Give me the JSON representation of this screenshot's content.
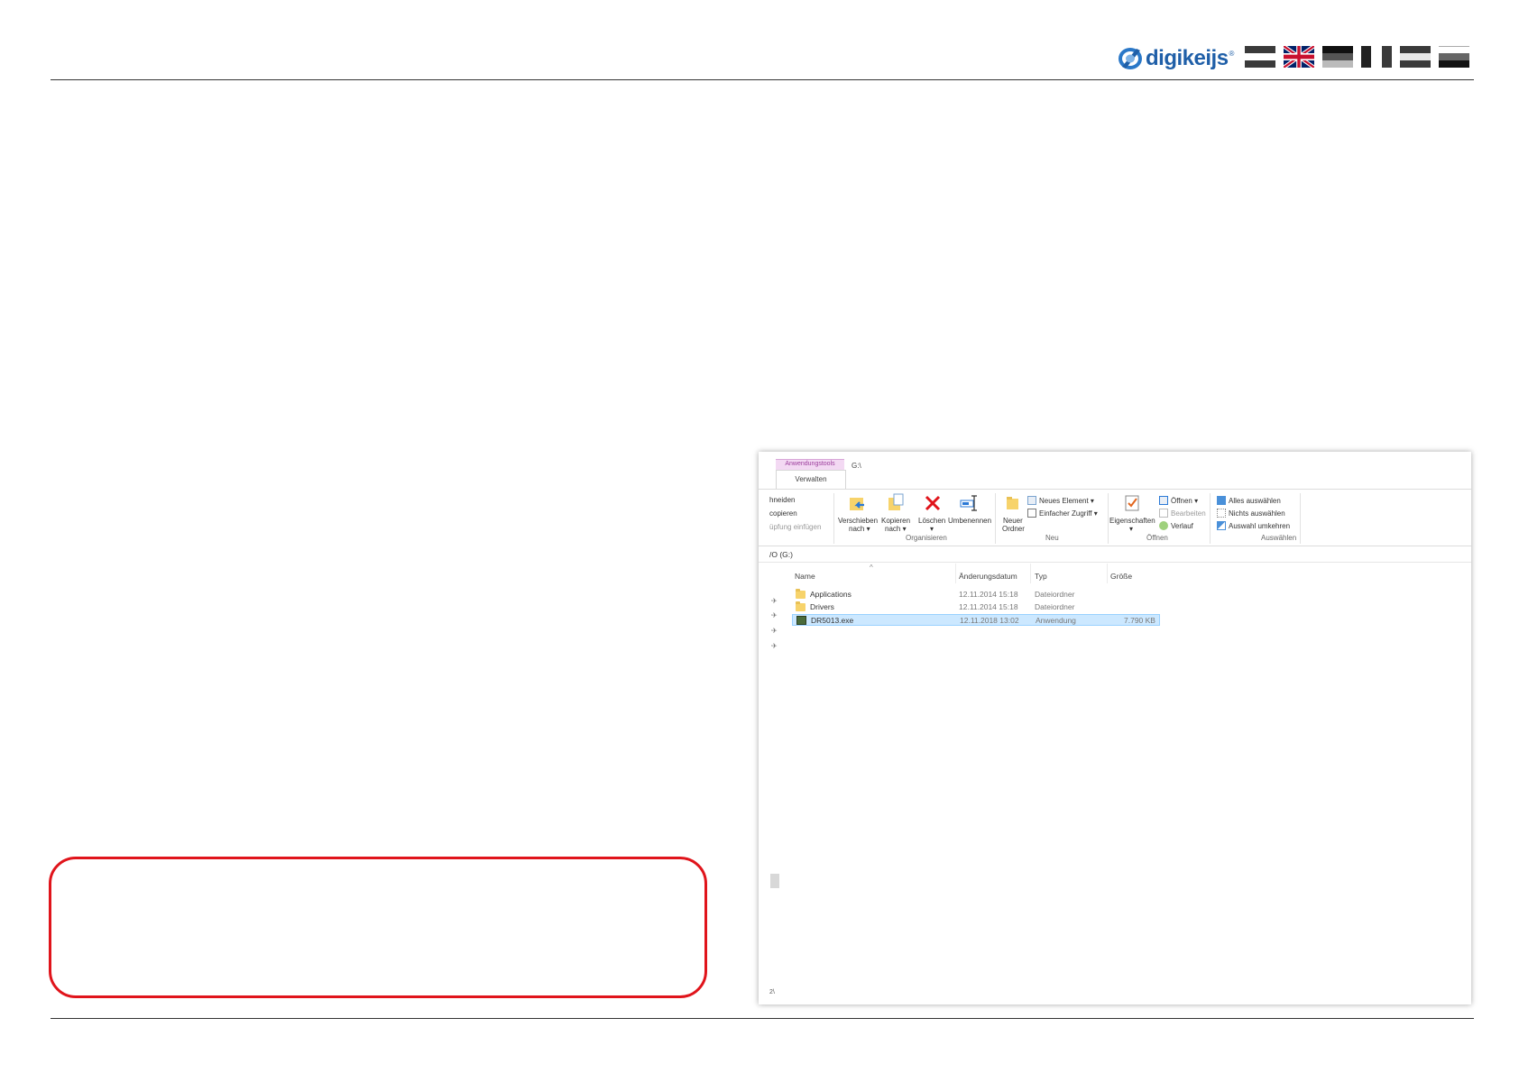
{
  "brand": {
    "logo_text": "digikeijs",
    "registered": "®"
  },
  "flags": [
    "flag-de",
    "flag-uk",
    "flag-nl",
    "flag-fr",
    "flag-ar",
    "flag-it"
  ],
  "explorer": {
    "context_tab": "Anwendungstools",
    "window_path": "G:\\",
    "ribbon_tab": "Verwalten",
    "clipboard": {
      "cut": "hneiden",
      "copy": "copieren",
      "paste_shortcut": "üpfung einfügen"
    },
    "organize": {
      "move_line1": "Verschieben",
      "move_line2": "nach ▾",
      "copy_line1": "Kopieren",
      "copy_line2": "nach ▾",
      "delete_line1": "Löschen",
      "delete_line2": "▾",
      "rename": "Umbenennen",
      "group": "Organisieren"
    },
    "new": {
      "folder_line1": "Neuer",
      "folder_line2": "Ordner",
      "new_item": "Neues Element ▾",
      "easy_access": "Einfacher Zugriff ▾",
      "group": "Neu"
    },
    "open": {
      "properties": "Eigenschaften",
      "properties_arrow": "▾",
      "open": "Öffnen ▾",
      "edit": "Bearbeiten",
      "history": "Verlauf",
      "group": "Öffnen"
    },
    "select": {
      "select_all": "Alles auswählen",
      "select_none": "Nichts auswählen",
      "invert": "Auswahl umkehren",
      "group": "Auswählen"
    },
    "address": "/O (G:)",
    "columns": {
      "name": "Name",
      "date": "Änderungsdatum",
      "type": "Typ",
      "size": "Größe"
    },
    "files": [
      {
        "name": "Applications",
        "date": "12.11.2014 15:18",
        "type": "Dateiordner",
        "size": "",
        "icon": "folder-icon"
      },
      {
        "name": "Drivers",
        "date": "12.11.2014 15:18",
        "type": "Dateiordner",
        "size": "",
        "icon": "folder-icon"
      },
      {
        "name": "DR5013.exe",
        "date": "12.11.2018 13:02",
        "type": "Anwendung",
        "size": "7.790 KB",
        "icon": "exe-icon"
      }
    ],
    "pin_glyph": "✈",
    "status_text": "2\\",
    "sort_caret": "^"
  }
}
